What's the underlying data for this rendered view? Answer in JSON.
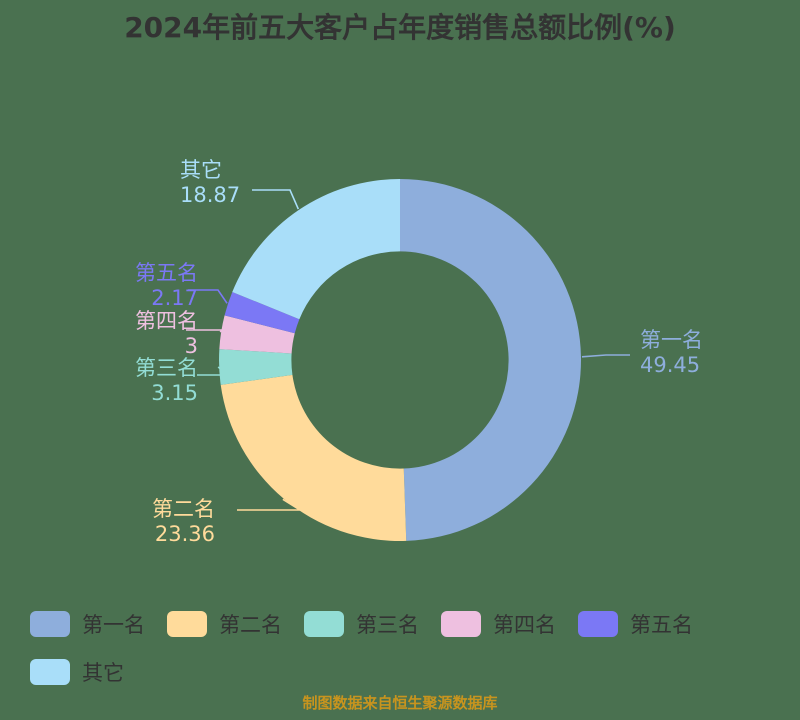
{
  "title": "2024年前五大客户占年度销售总额比例(%)",
  "footer": "制图数据来自恒生聚源数据库",
  "background_color": "#4a7150",
  "title_color": "#333333",
  "legend": {
    "items": [
      {
        "label": "第一名",
        "color": "#8eaedc"
      },
      {
        "label": "第二名",
        "color": "#ffdb9b"
      },
      {
        "label": "第三名",
        "color": "#93ddd5"
      },
      {
        "label": "第四名",
        "color": "#eec0e0"
      },
      {
        "label": "第五名",
        "color": "#7b78f5"
      },
      {
        "label": "其它",
        "color": "#a9def9"
      }
    ]
  },
  "labels": {
    "first": {
      "name": "第一名",
      "value": "49.45"
    },
    "second": {
      "name": "第二名",
      "value": "23.36"
    },
    "third": {
      "name": "第三名",
      "value": "3.15"
    },
    "fourth": {
      "name": "第四名",
      "value": "3"
    },
    "fifth": {
      "name": "第五名",
      "value": "2.17"
    },
    "other": {
      "name": "其它",
      "value": "18.87"
    }
  },
  "chart_data": {
    "type": "pie",
    "title": "2024年前五大客户占年度销售总额比例(%)",
    "subtitle": "",
    "xlabel": "",
    "ylabel": "",
    "donut": true,
    "inner_radius_ratio": 0.6,
    "start_angle_deg": 0,
    "direction": "clockwise",
    "legend_position": "bottom-left",
    "grid": false,
    "unit": "%",
    "categories": [
      "第一名",
      "第二名",
      "第三名",
      "第四名",
      "第五名",
      "其它"
    ],
    "values": [
      49.45,
      23.36,
      3.15,
      3,
      2.17,
      18.87
    ],
    "colors": [
      "#8eaedc",
      "#ffdb9b",
      "#93ddd5",
      "#eec0e0",
      "#7b78f5",
      "#a9def9"
    ],
    "data_labels": [
      "第一名\n49.45",
      "第二名\n23.36",
      "第三名\n3.15",
      "第四名\n3",
      "第五名\n2.17",
      "其它\n18.87"
    ],
    "annotations": [
      "制图数据来自恒生聚源数据库"
    ]
  }
}
